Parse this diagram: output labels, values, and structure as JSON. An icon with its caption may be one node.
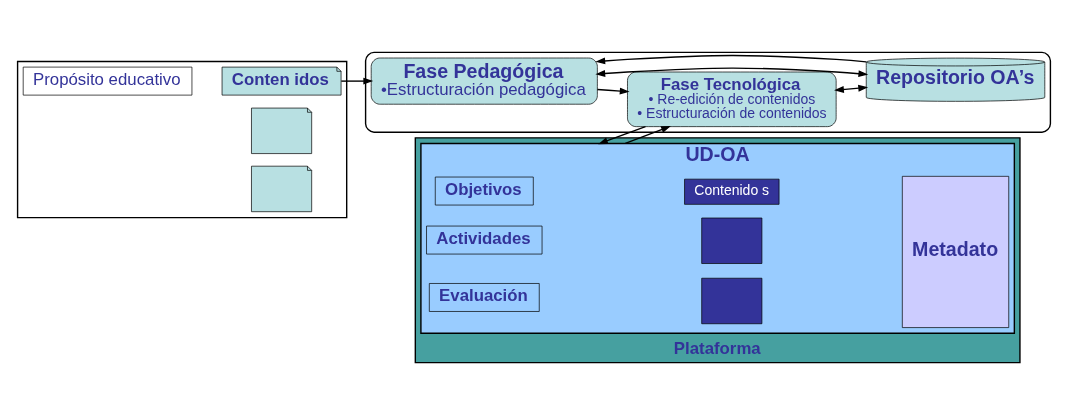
{
  "diagram": {
    "nodes": [
      {
        "text": [],
        "shape": "box"
      },
      {
        "text": [
          "Propósito educativo"
        ],
        "in": 0
      },
      {
        "text": [],
        "shape": "box",
        "in": 0
      },
      {
        "text": [],
        "shape": "box",
        "in": 0
      },
      {
        "text": [
          "Conten idos"
        ],
        "in": 0
      },
      {
        "text": [],
        "shape": "box"
      },
      {
        "text": [
          "Fase Pedagógica",
          "•Estructuración pedagógica"
        ],
        "in": 5
      },
      {
        "text": [
          "Fase Tecnológica",
          "• Re-edición de contenidos",
          "• Estructuración de contenidos"
        ],
        "in": 5
      },
      {
        "text": [
          "Repositorio OA’s"
        ],
        "in": 5
      },
      {
        "text": [
          "Plataforma"
        ]
      },
      {
        "text": [
          "UD-OA"
        ],
        "in": 9
      },
      {
        "text": [
          "Objetivos"
        ],
        "in": 10
      },
      {
        "text": [
          "Actividades"
        ],
        "in": 10
      },
      {
        "text": [
          "Evaluación"
        ],
        "in": 10
      },
      {
        "text": [
          "Contenido s"
        ],
        "in": 10
      },
      {
        "text": [],
        "shape": "box",
        "in": 10
      },
      {
        "text": [],
        "shape": "box",
        "in": 10
      },
      {
        "text": [
          "Metadato"
        ],
        "in": 10
      }
    ],
    "edges": [
      {
        "from": 4,
        "to": 6,
        "arrow": "to"
      },
      {
        "from": 6,
        "to": 7,
        "arrow": "to"
      },
      {
        "from": 6,
        "to": 8,
        "arrow": "both"
      },
      {
        "from": 8,
        "to": 6,
        "arrow": "to"
      },
      {
        "from": 7,
        "to": 8,
        "arrow": "both"
      },
      {
        "from": 7,
        "to": 10,
        "arrow": "to"
      },
      {
        "from": 10,
        "to": 7,
        "arrow": "to"
      }
    ]
  }
}
